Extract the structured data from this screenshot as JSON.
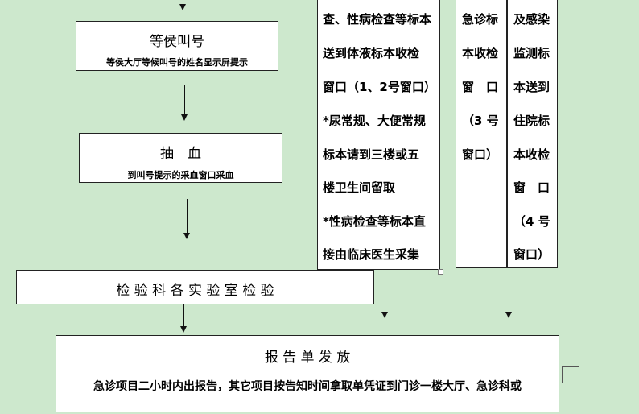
{
  "flow": {
    "wait": {
      "title": "等侯叫号",
      "subtitle": "等侯大厅等候叫号的姓名显示屏提示"
    },
    "blood": {
      "title": "抽　血",
      "subtitle": "到叫号提示的采血窗口采血"
    },
    "lab": {
      "title": "检 验 科 各 实 验 室 检 验"
    },
    "report": {
      "title": "报 告 单 发 放",
      "subtitle": "急诊项目二小时内出报告，其它项目按告知时间拿取单凭证到门诊一楼大厅、急诊科或"
    }
  },
  "columns": {
    "body_fluid": {
      "lines": [
        "查、性病检查等标本",
        "送到体液标本收检",
        "窗口（1、2号窗口）",
        "*尿常规、大便常规",
        "标本请到三楼或五",
        "楼卫生间留取",
        "*性病检查等标本直",
        "接由临床医生采集"
      ]
    },
    "emergency": {
      "lines": [
        "急诊标",
        "本收检",
        "窗　口",
        "（3 号",
        "窗口）"
      ]
    },
    "infection": {
      "lines": [
        "及感染",
        "监测标",
        "本送到",
        "住院标",
        "本收检",
        "窗　口",
        "（4 号",
        "窗口）"
      ]
    }
  }
}
